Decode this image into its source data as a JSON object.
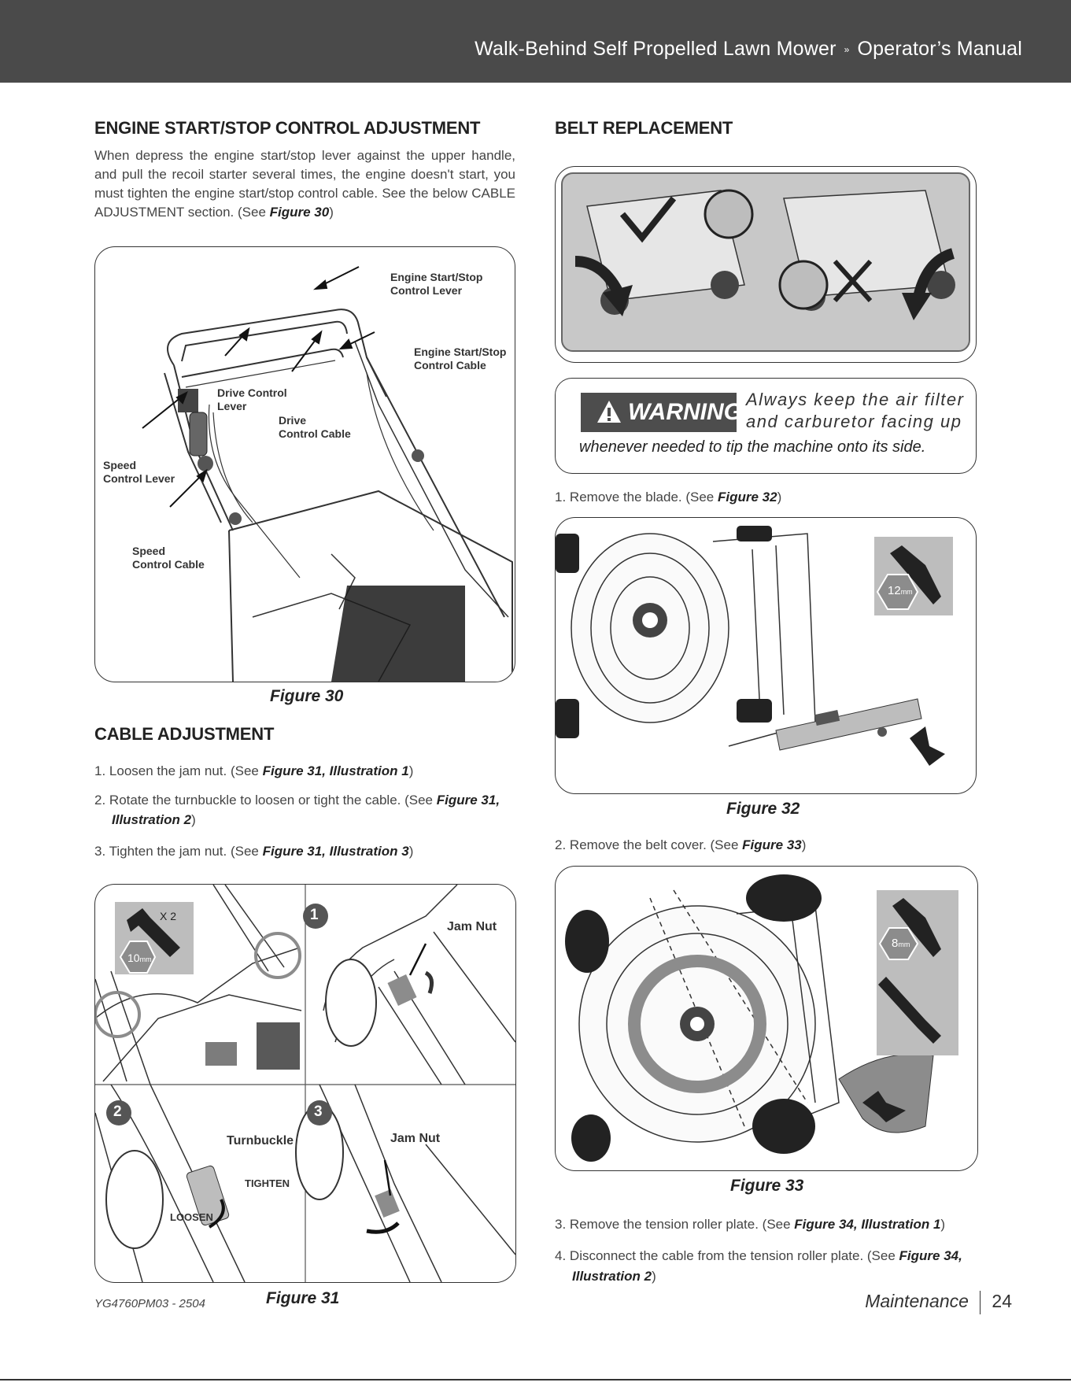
{
  "header": {
    "title_part1": "Walk-Behind Self Propelled Lawn Mower",
    "separator": "»",
    "title_part2": "Operator’s Manual"
  },
  "engine_section": {
    "heading": "ENGINE START/STOP CONTROL ADJUSTMENT",
    "paragraph": "When depress the engine start/stop lever against the upper handle, and pull the recoil starter several times, the engine doesn't start, you must tighten the engine start/stop control cable. See the below CABLE ADJUSTMENT section. (See ",
    "paragraph_ref": "Figure 30",
    "paragraph_end": ")"
  },
  "figure30": {
    "caption": "Figure 30",
    "callouts": {
      "lever_l1": "Engine Start/Stop",
      "lever_l2": "Control Lever",
      "cable_l1": "Engine Start/Stop",
      "cable_l2": "Control Cable",
      "drive_lever_l1": "Drive Control",
      "drive_lever_l2": "Lever",
      "drive_cable_l1": "Drive",
      "drive_cable_l2": "Control Cable",
      "speed_lever_l1": "Speed",
      "speed_lever_l2": "Control Lever",
      "speed_cable_l1": "Speed",
      "speed_cable_l2": "Control Cable"
    }
  },
  "cable_section": {
    "heading": "CABLE ADJUSTMENT",
    "steps": [
      {
        "num": "1.",
        "text": "Loosen the jam nut. (See ",
        "ref": "Figure 31, Illustration 1",
        "end": ")"
      },
      {
        "num": "2.",
        "text": "Rotate the turnbuckle to loosen or tight the cable. (See ",
        "ref": "Figure 31,",
        "ref2": "Illustration 2",
        "end": ")"
      },
      {
        "num": "3.",
        "text": "Tighten the jam nut. (See ",
        "ref": "Figure 31, Illustration 3",
        "end": ")"
      }
    ]
  },
  "figure31": {
    "caption": "Figure 31",
    "tool_count": "X 2",
    "tool_size": "10",
    "tool_unit": "mm",
    "badge1": "1",
    "badge2": "2",
    "badge3": "3",
    "jam_nut_1": "Jam Nut",
    "turnbuckle": "Turnbuckle",
    "tighten": "TIGHTEN",
    "loosen": "LOOSEN",
    "jam_nut_3": "Jam Nut"
  },
  "belt_section": {
    "heading": "BELT REPLACEMENT"
  },
  "warning": {
    "label": "WARNING",
    "line1": "Always keep the air filter",
    "line2": "and carburetor facing up",
    "line3": "whenever needed to tip the machine onto its side."
  },
  "right_steps": [
    {
      "num": "1.",
      "text": "Remove the blade. (See ",
      "ref": "Figure 32",
      "end": ")"
    },
    {
      "num": "2.",
      "text": "Remove the belt cover. (See ",
      "ref": "Figure 33",
      "end": ")"
    },
    {
      "num": "3.",
      "text": "Remove the tension roller plate. (See ",
      "ref": "Figure 34, Illustration 1",
      "end": ")"
    },
    {
      "num": "4.",
      "text": "Disconnect the cable from the tension roller plate. (See ",
      "ref": "Figure 34,",
      "ref2": "Illustration 2",
      "end": ")"
    }
  ],
  "figure32": {
    "caption": "Figure 32",
    "tool_size": "12",
    "tool_unit": "mm"
  },
  "figure33": {
    "caption": "Figure 33",
    "tool_size": "8",
    "tool_unit": "mm"
  },
  "footer": {
    "doc_code": "YG4760PM03 - 2504",
    "section": "Maintenance",
    "page": "24"
  },
  "colors": {
    "header_bg": "#4a4a4a",
    "warning_bg": "#4d4d4d",
    "badge_bg": "#555555",
    "tool_panel_bg": "#bdbdbd",
    "highlight_grey": "#8c8c8c"
  }
}
